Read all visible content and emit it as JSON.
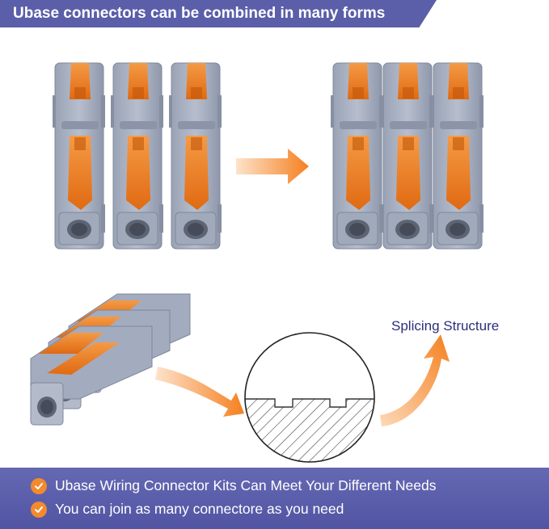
{
  "header": {
    "title": "Ubase connectors can be combined in many forms"
  },
  "diagram": {
    "label": "Splicing Structure"
  },
  "features": [
    {
      "icon": "check-circle-icon",
      "text": "Ubase Wiring Connector Kits Can Meet Your Different Needs"
    },
    {
      "icon": "check-circle-icon",
      "text": "You can join as many connectore as you need"
    }
  ],
  "colors": {
    "banner": "#5b5ea8",
    "connector_body": "#a9b2c3",
    "lever": "#f07d1f",
    "arrow": "#f5892a",
    "label_text": "#2b2f7a"
  }
}
